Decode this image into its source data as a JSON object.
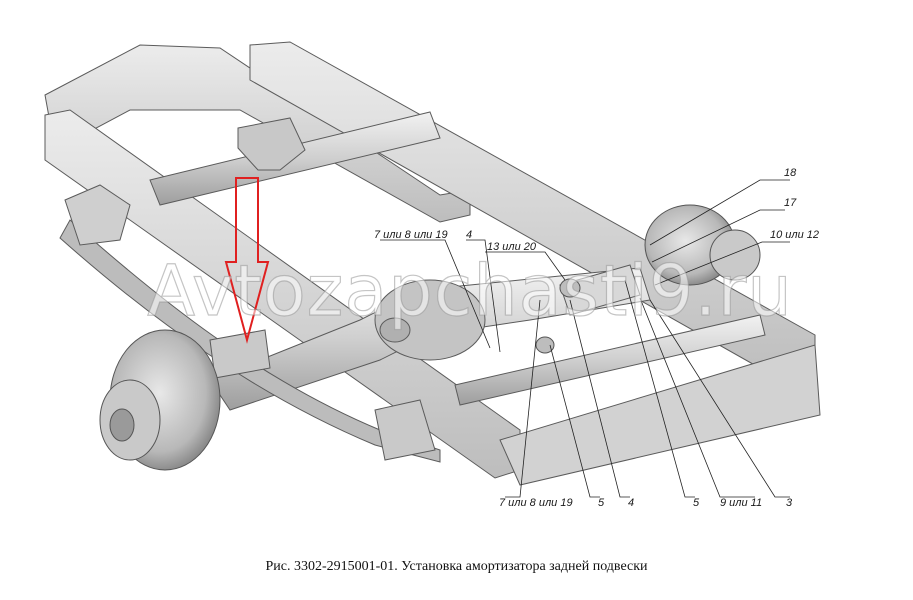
{
  "figure": {
    "caption": "Рис. 3302-2915001-01. Установка амортизатора задней подвески",
    "watermark": "Avtozapchasti9.ru"
  },
  "callouts": [
    {
      "id": "c18",
      "text": "18"
    },
    {
      "id": "c17",
      "text": "17"
    },
    {
      "id": "c10",
      "text": "10 или 12"
    },
    {
      "id": "c7top",
      "text": "7 или 8 или 19"
    },
    {
      "id": "c4top",
      "text": "4"
    },
    {
      "id": "c13",
      "text": "13 или 20"
    },
    {
      "id": "c7bot",
      "text": "7 или 8 или 19"
    },
    {
      "id": "c5a",
      "text": "5"
    },
    {
      "id": "c4bot",
      "text": "4"
    },
    {
      "id": "c5b",
      "text": "5"
    },
    {
      "id": "c9",
      "text": "9 или 11"
    },
    {
      "id": "c3",
      "text": "3"
    }
  ],
  "colors": {
    "frame": "#d6d6d6",
    "frame_dark": "#a9a9a9",
    "edge": "#5b5b5b",
    "arrow": "#e02020",
    "leader": "#222222"
  }
}
